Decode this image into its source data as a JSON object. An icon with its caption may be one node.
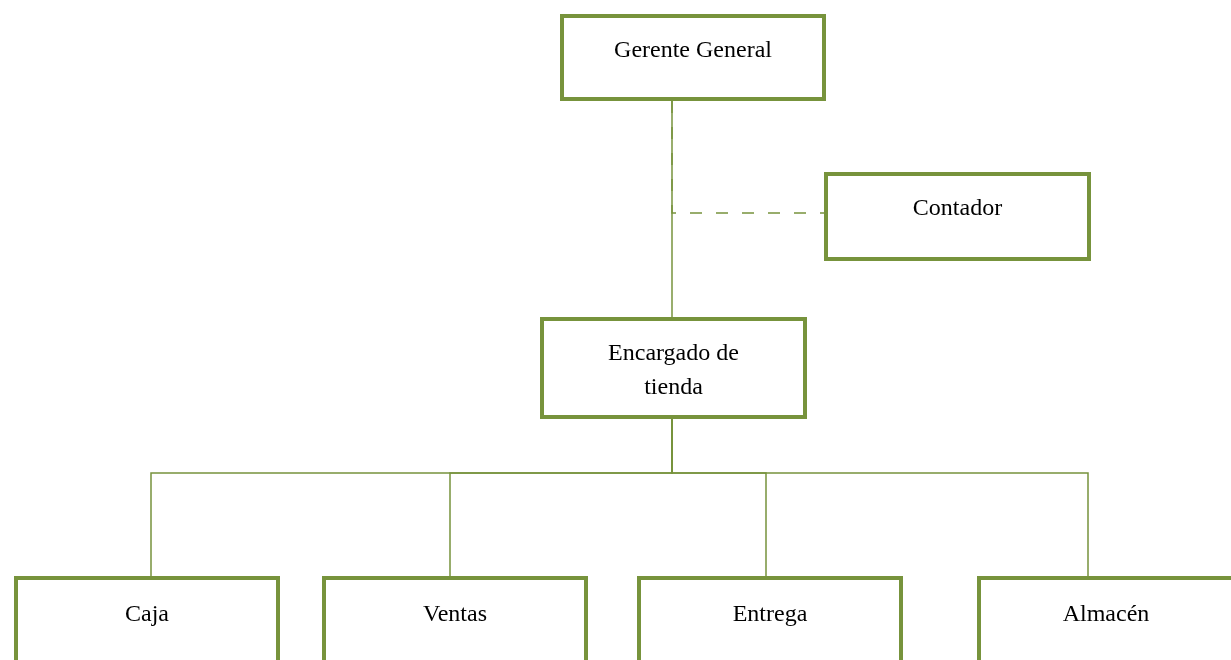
{
  "diagram": {
    "nodes": [
      {
        "text": [
          "Gerente General"
        ]
      },
      {
        "text": [
          "Contador"
        ]
      },
      {
        "text": [
          "Encargado de tienda"
        ]
      },
      {
        "text": [
          "Caja"
        ]
      },
      {
        "text": [
          "Ventas"
        ]
      },
      {
        "text": [
          "Entrega"
        ]
      },
      {
        "text": [
          "Almacén"
        ]
      }
    ],
    "edges": [
      {
        "from": 0,
        "to": 2,
        "arrow": "none"
      },
      {
        "from": 0,
        "to": 1,
        "arrow": "none",
        "style": "dashed"
      },
      {
        "from": 2,
        "to": 3,
        "arrow": "none"
      },
      {
        "from": 2,
        "to": 4,
        "arrow": "none"
      },
      {
        "from": 2,
        "to": 5,
        "arrow": "none"
      },
      {
        "from": 2,
        "to": 6,
        "arrow": "none"
      }
    ]
  }
}
